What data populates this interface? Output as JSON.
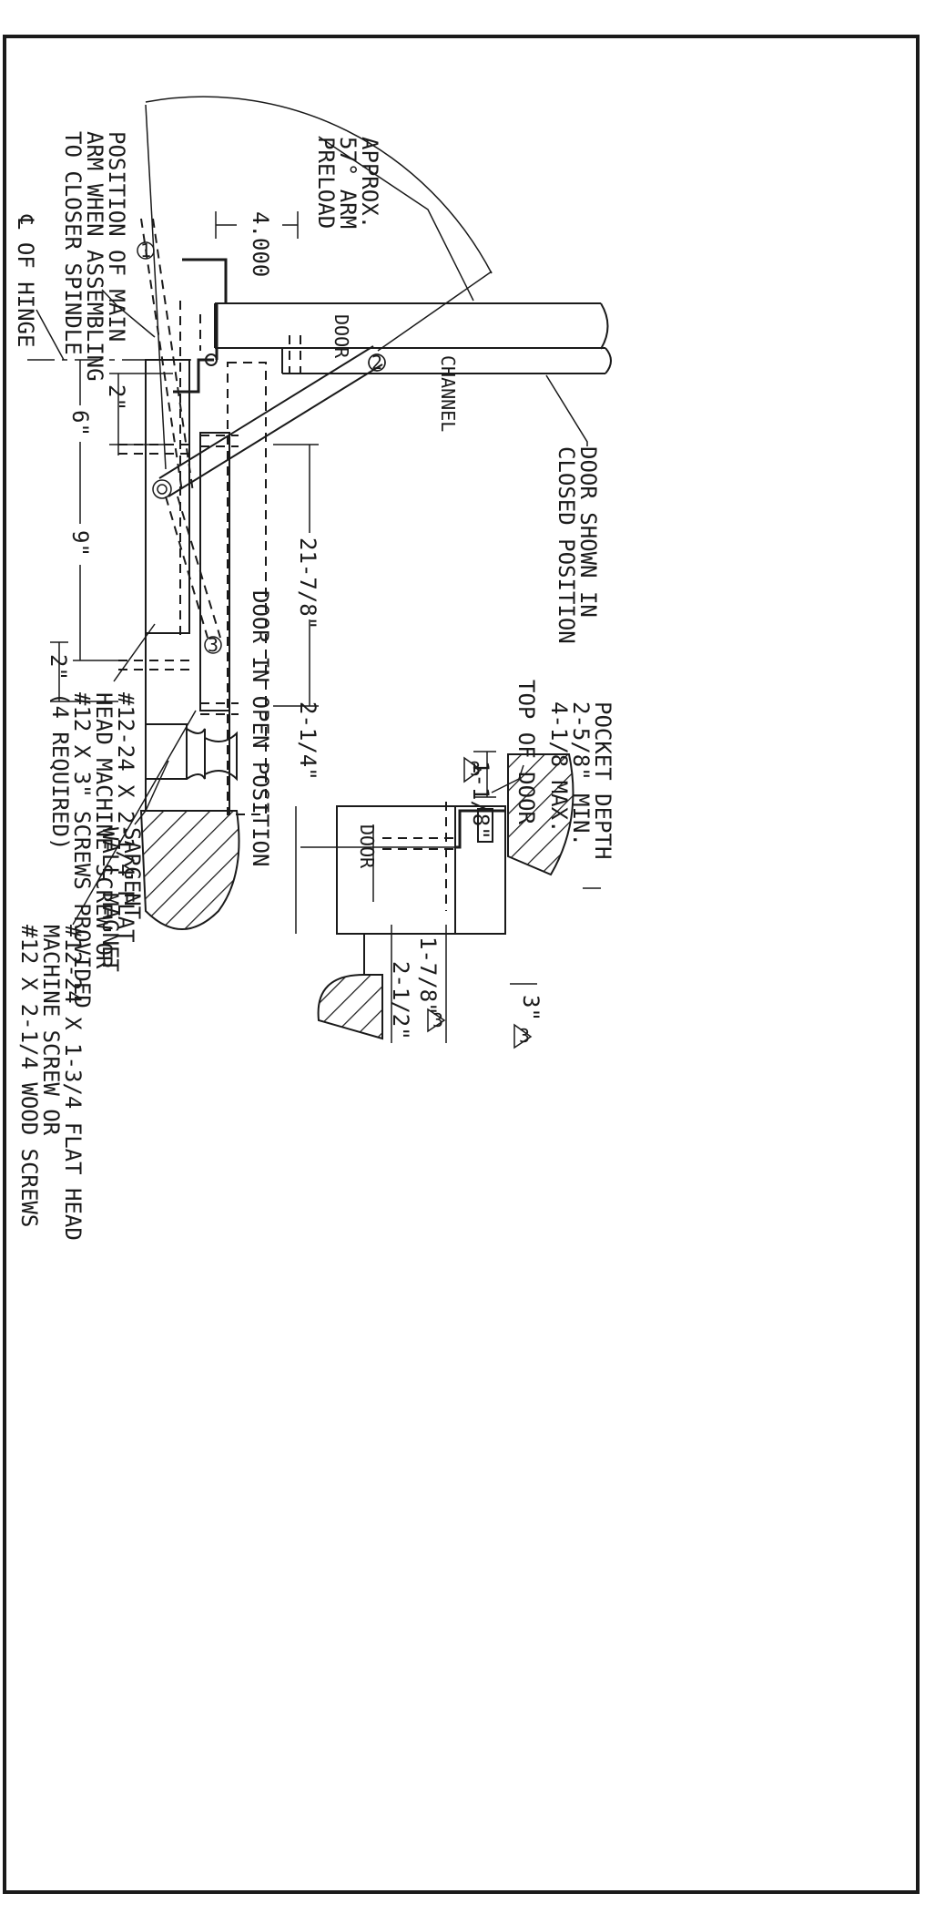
{
  "labels": {
    "approx_preload": [
      "APPROX.",
      "57° ARM",
      "PRELOAD"
    ],
    "dim_4000": "4.000",
    "door": "DOOR",
    "channel": "CHANNEL",
    "door_closed": [
      "DOOR SHOWN IN",
      "CLOSED POSITION"
    ],
    "position_main_arm": [
      "POSITION OF MAIN",
      "ARM WHEN ASSEMBLING",
      "TO CLOSER SPINDLE"
    ],
    "hinge_centerline": "℄ OF HINGE",
    "dim_2_top": "2\"",
    "dim_6": "6\"",
    "dim_9": "9\"",
    "dim_2_bottom": "2\"",
    "dim_21_7_8": "21-7/8\"",
    "door_open": "DOOR IN OPEN POSITION",
    "screw_note_1": [
      "#12-24 X 2-1/4 FLAT",
      "HEAD MACHINE SCREW OR",
      "#12 X 3\" SCREWS PROVIDED",
      "(4 REQUIRED)"
    ],
    "top_of_door": "TOP OF DOOR",
    "pocket_depth": [
      "POCKET DEPTH",
      "2-5/8\" MIN.",
      "4-1/8 MAX."
    ],
    "dim_1_1_8": "1-1/8\"",
    "door_detail": "DOOR",
    "dim_2_1_4": "2-1/4\"",
    "dim_1_7_8": "1-7/8\"",
    "dim_2_1_2": "2-1/2\"",
    "dim_3": "3\"",
    "sargent_magnet": [
      "SARGENT",
      "WALL MAGNET"
    ],
    "screw_note_2": [
      "#12-24 X 1-3/4 FLAT HEAD",
      "MACHINE SCREW OR",
      "#12 X 2-1/4 WOOD SCREWS"
    ],
    "revision_mark": "3",
    "arm_marker_1": "1",
    "arm_marker_2": "2",
    "arm_marker_3": "3"
  }
}
